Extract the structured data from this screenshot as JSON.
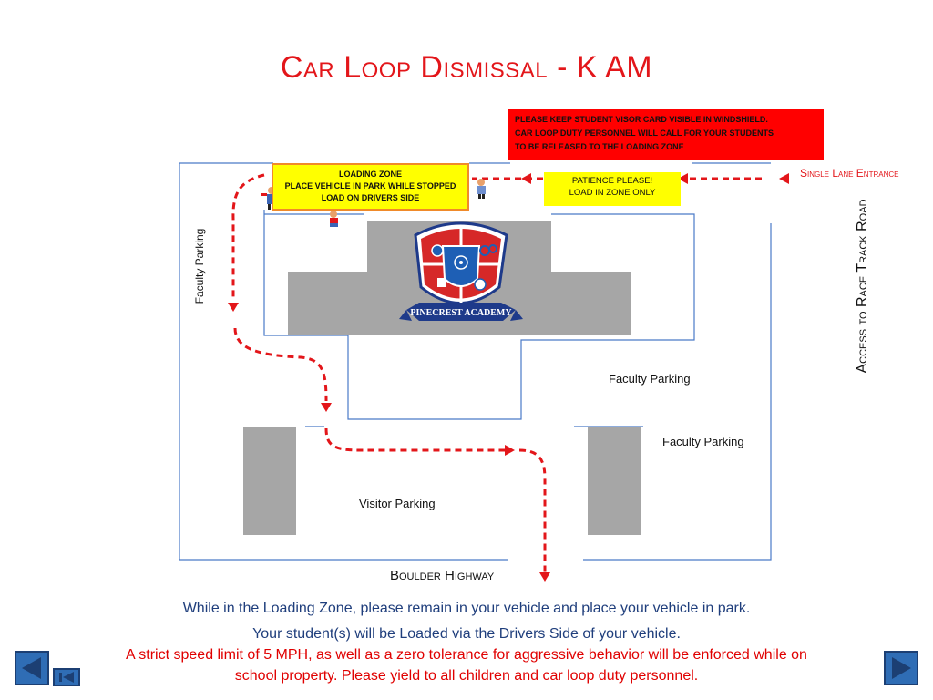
{
  "title": "Car Loop Dismissal - K AM",
  "notices": {
    "visor_card": [
      "PLEASE KEEP STUDENT VISOR CARD VISIBLE IN WINDSHIELD.",
      "CAR LOOP DUTY PERSONNEL WILL CALL FOR YOUR STUDENTS",
      "TO BE RELEASED TO THE LOADING ZONE"
    ],
    "loading_zone": [
      "LOADING ZONE",
      "PLACE VEHICLE IN PARK WHILE STOPPED",
      "LOAD ON DRIVERS SIDE"
    ],
    "patience": [
      "PATIENCE PLEASE!",
      "LOAD IN ZONE ONLY"
    ]
  },
  "labels": {
    "single_lane_entrance": "Single Lane Entrance",
    "access_road": "Access to Race Track Road",
    "faculty_parking_left": "Faculty Parking",
    "faculty_parking_center": "Faculty Parking",
    "faculty_parking_right": "Faculty Parking",
    "visitor_parking": "Visitor Parking",
    "boulder_highway": "Boulder Highway"
  },
  "logo": {
    "text": "PINECREST ACADEMY"
  },
  "footer": {
    "line1": "While in the Loading Zone, please remain in your vehicle and place your vehicle in park.",
    "line2": "Your student(s) will be Loaded via the Drivers Side of your vehicle.",
    "line3": "A strict speed limit of 5 MPH, as well as a zero tolerance for aggressive behavior will be enforced while on",
    "line4": "school property. Please yield to all children and car loop duty personnel."
  },
  "colors": {
    "title_red": "#e3161a",
    "arrow_red": "#e3161a",
    "outline_blue": "#4a7ac8",
    "building_gray": "#a6a6a6",
    "footer_blue": "#1f3e7c",
    "footer_red": "#e00000",
    "nav_blue": "#2f6db5"
  },
  "nav": {
    "prev_icon": "previous-slide-icon",
    "first_icon": "first-slide-icon",
    "next_icon": "next-slide-icon"
  }
}
